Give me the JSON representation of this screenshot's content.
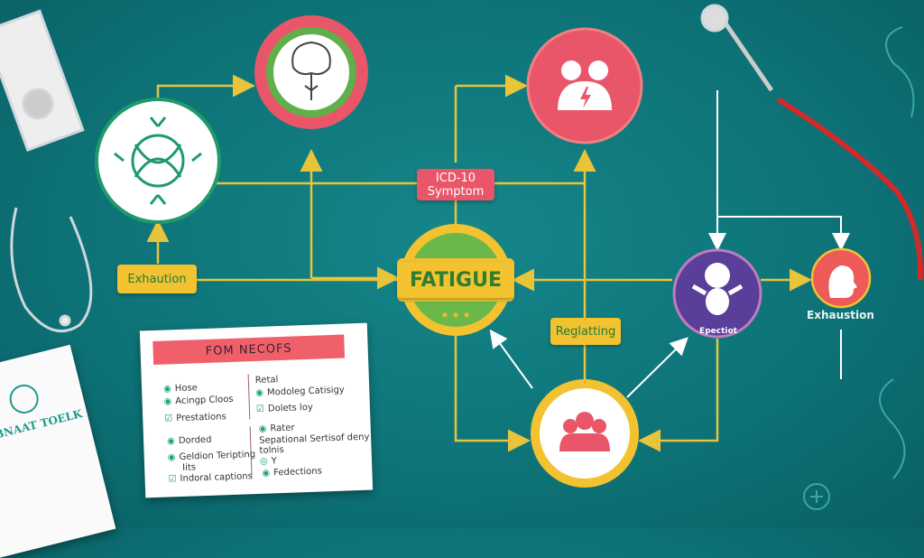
{
  "labels": {
    "icd": "ICD-10",
    "icd_sub": "Symptom",
    "fatigue": "FATIGUE",
    "exhaution_left": "Exhaution",
    "reglatting": "Reglatting",
    "epectiot": "Epectiot",
    "exhaustion_right": "Exhaustion"
  },
  "card": {
    "title": "FOM NECOFS",
    "left_items": [
      "Hose",
      "Acingp Cloos",
      "Prestations",
      "Dorded",
      "Geldion Teripting",
      "Iits",
      "Indoral captions"
    ],
    "right_items": [
      "Retal",
      "Modoleg Catisigy",
      "Dolets loy",
      "Rater",
      "Sepational Sertisof deny",
      "tolnis",
      "Y",
      "Fedections"
    ]
  },
  "document": {
    "title": "BNAAT TOELK"
  },
  "colors": {
    "background": "#0d7276",
    "line": "#e8c43a",
    "accent_red": "#e9566a",
    "accent_green": "#4caf50",
    "purple": "#5a3f9a"
  }
}
